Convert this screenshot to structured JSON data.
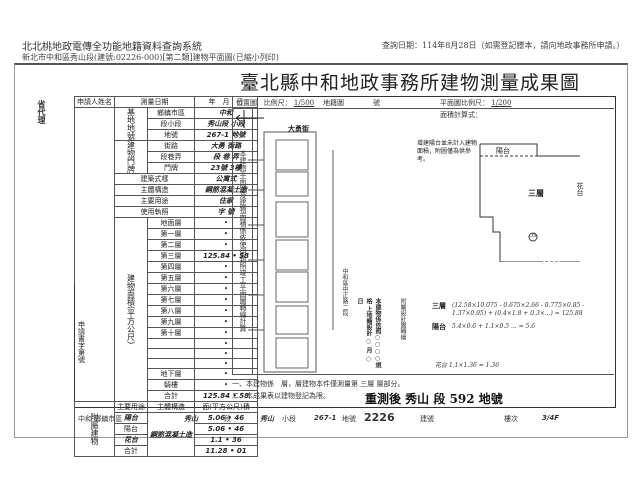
{
  "header": {
    "system_title": "北北桃地政電傳全功能地籍資料查詢系統",
    "subtitle": "新北市中和區秀山段(建號:02226-000)[第二類]建物平面圖(已縮小列印)",
    "query_date": "查詢日期：114年8月28日（如需登記謄本，請向地政事務所申請。）"
  },
  "document": {
    "title": "臺北縣中和地政事務所建物測量成果圖",
    "side_label": "省代理",
    "applicant_label": "申請人姓名",
    "survey_date_label": "測量日期",
    "survey_date_value": "年　月　日",
    "rows": [
      {
        "group": "基地地號",
        "label": "鄉鎮市區",
        "value": "中和"
      },
      {
        "group": "",
        "label": "段小段",
        "value": "秀山段 小段"
      },
      {
        "group": "",
        "label": "地號",
        "value": "267-1 地號"
      },
      {
        "group": "建物門牌",
        "label": "街路",
        "value": "大勇 街路"
      },
      {
        "group": "",
        "label": "段巷弄",
        "value": "段 巷 弄"
      },
      {
        "group": "",
        "label": "門牌",
        "value": "23號 3樓"
      },
      {
        "group": "",
        "label": "建築式樣",
        "value": "公寓式"
      },
      {
        "group": "",
        "label": "主體構造",
        "value": "鋼筋混凝土造"
      },
      {
        "group": "",
        "label": "主要用途",
        "value": "住家"
      },
      {
        "group": "",
        "label": "使用執照",
        "value": "字 號"
      }
    ],
    "floor_area_group": "建物面積(平方公尺)",
    "floors": [
      {
        "label": "地面層",
        "value": "•"
      },
      {
        "label": "第一層",
        "value": "•"
      },
      {
        "label": "第二層",
        "value": "•"
      },
      {
        "label": "第三層",
        "value": "125.84 • 58"
      },
      {
        "label": "第四層",
        "value": "•"
      },
      {
        "label": "第五層",
        "value": "•"
      },
      {
        "label": "第六層",
        "value": "•"
      },
      {
        "label": "第七層",
        "value": "•"
      },
      {
        "label": "第八層",
        "value": "•"
      },
      {
        "label": "第九層",
        "value": "•"
      },
      {
        "label": "第十層",
        "value": "•"
      },
      {
        "label": "",
        "value": "•"
      },
      {
        "label": "",
        "value": "•"
      },
      {
        "label": "",
        "value": "•"
      },
      {
        "label": "地下層",
        "value": "•"
      },
      {
        "label": "騎樓",
        "value": "•"
      },
      {
        "label": "合計",
        "value": "125.84 • 58"
      }
    ],
    "applicant_no_label": "申請書字第號",
    "annex_group": "附屬建物",
    "annex_headers": [
      "主要用途",
      "主體構造",
      "面(平方公尺)積"
    ],
    "annex_rows": [
      {
        "use": "陽台",
        "structure": "鋼筋混凝土造",
        "area": "5.06 • 46"
      },
      {
        "use": "陽台",
        "structure": "",
        "area": "5.06 • 46"
      },
      {
        "use": "花台",
        "structure": "",
        "area": "1.1 • 36"
      },
      {
        "use": "合計",
        "structure": "",
        "area": "11.28 • 01"
      }
    ],
    "location_map": {
      "label": "位置圖",
      "scale_label": "比例尺：",
      "scale_value": "1/500",
      "parcel_label": "地籍圖",
      "sheet_label": "號",
      "road_label": "大勇街",
      "road_note": "中和區中正路二段",
      "vertical_note": "本建物平面圖及建物面積係依使用執照竣工平面圖轉繪計算",
      "certification_note": "本建物係依照○○○○規格 上地籍設計 ○ 月 ○ 日",
      "vertical_note2": "附屬設計圖轉繪"
    },
    "floor_plan": {
      "scale_label": "平面圖比例尺：",
      "scale_value": "1/200",
      "area_formula_label": "面積計算式：",
      "note": "增建陽台並未計入建物面積，附圖僅為供參考。",
      "balcony_label": "陽台",
      "flower_bed_label": "花台",
      "main_label": "三層",
      "circle_number": "35",
      "calc_label_main": "三層",
      "calc_main": "(12.58×10.075 - 0.675×2.66 - 0.775×0.85 - 1.37×0.95) + (0.4×1.8 + 0.3×...) = 125.88",
      "calc_label_balcony": "陽台",
      "calc_balcony": "5.4×0.6 + 1.1×0.5 ... = 5.6",
      "calc_flower": "花台 1.1×1.36 = 1.36"
    },
    "notes": [
      "一、本建物係　層，層建物本件僅測量第 三層 層部分。",
      "二、本成果表以建物登記為限。"
    ],
    "handwritten_remark": "重測後 秀山 段 592 地號",
    "footer": {
      "township_label": "中和 鄉鎮市區",
      "section_value": "秀山",
      "section_label": "段",
      "subsection_value": "秀山",
      "subsection_label": "小段",
      "land_number_value": "267-1",
      "land_number_label": "地號",
      "building_number_value": "2226",
      "building_number_label": "建號",
      "sheet_label": "樓次",
      "sheet_value": "3/4F"
    }
  }
}
